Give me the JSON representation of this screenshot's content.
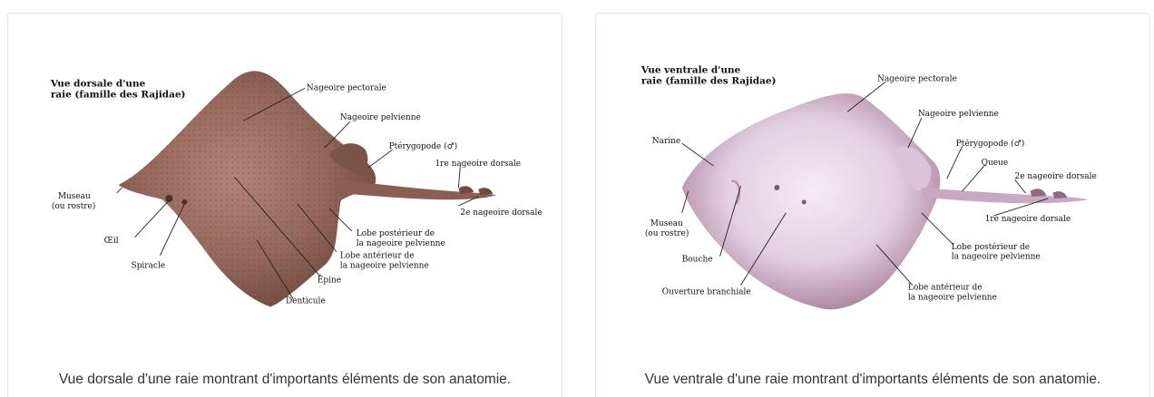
{
  "dorsal": {
    "title_line1": "Vue dorsale d'une",
    "title_line2": "raie (famille des Rajidae)",
    "labels": {
      "nageoire_pectorale": "Nageoire pectorale",
      "nageoire_pelvienne": "Nageoire pelvienne",
      "pterygopode": "Ptérygopode (♂)",
      "premiere_nageoire_dorsale": "1re nageoire dorsale",
      "deuxieme_nageoire_dorsale": "2e nageoire dorsale",
      "museau": "Museau",
      "rostre": "(ou rostre)",
      "oeil": "Œil",
      "spiracle": "Spiracle",
      "lobe_posterieur_1": "Lobe postérieur de",
      "lobe_posterieur_2": "la nageoire pelvienne",
      "lobe_anterieur_1": "Lobe antérieur de",
      "lobe_anterieur_2": "la nageoire pelvienne",
      "epine": "Épine",
      "denticule": "Denticule"
    },
    "caption": "Vue dorsale d'une raie montrant d'importants éléments de son anatomie."
  },
  "ventral": {
    "title_line1": "Vue ventrale d'une",
    "title_line2": "raie (famille des Rajidae)",
    "labels": {
      "nageoire_pectorale": "Nageoire pectorale",
      "nageoire_pelvienne": "Nageoire pelvienne",
      "pterygopode": "Ptérygopode (♂)",
      "queue": "Queue",
      "deuxieme_nageoire_dorsale": "2e nageoire dorsale",
      "premiere_nageoire_dorsale": "1re nageoire dorsale",
      "narine": "Narine",
      "museau": "Museau",
      "rostre": "(ou rostre)",
      "bouche": "Bouche",
      "ouverture_branchiale": "Ouverture branchiale",
      "lobe_posterieur_1": "Lobe postérieur de",
      "lobe_posterieur_2": "la nageoire pelvienne",
      "lobe_anterieur_1": "Lobe antérieur de",
      "lobe_anterieur_2": "la nageoire pelvienne"
    },
    "caption": "Vue ventrale d'une raie montrant d'importants éléments de son anatomie."
  },
  "colors": {
    "dorsal_body": "#9a6a5e",
    "ventral_body": "#e9dbe8",
    "caption_text": "#333333",
    "card_border": "#e3e3e3"
  }
}
